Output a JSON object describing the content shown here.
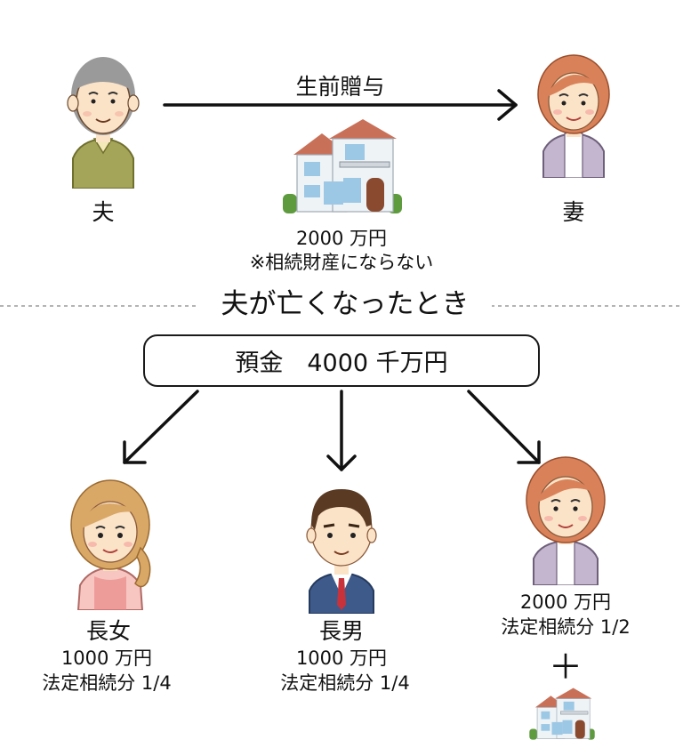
{
  "top": {
    "gift_label": "生前贈与",
    "husband_label": "夫",
    "wife_label": "妻",
    "house_value": "2000 万円",
    "house_note": "※相続財産にならない"
  },
  "divider": {
    "label": "夫が亡くなったとき"
  },
  "deposit": {
    "label": "預金　4000 千万円"
  },
  "heirs": [
    {
      "name": "長女",
      "amount": "1000 万円",
      "share": "法定相続分 1/4"
    },
    {
      "name": "長男",
      "amount": "1000 万円",
      "share": "法定相続分 1/4"
    },
    {
      "name": "",
      "amount": "2000 万円",
      "share": "法定相続分 1/2"
    }
  ],
  "plus_sign": "＋",
  "colors": {
    "skin": "#fbe3c8",
    "husband_hair": "#9a9a9a",
    "husband_shirt": "#a5a559",
    "wife_hair": "#d9825a",
    "wife_cardigan": "#c4b6cf",
    "daughter_hair": "#d9a766",
    "son_hair": "#5a3a22",
    "son_suit": "#3e5a8a",
    "house_wall": "#eef3f6",
    "house_roof": "#c97058"
  }
}
